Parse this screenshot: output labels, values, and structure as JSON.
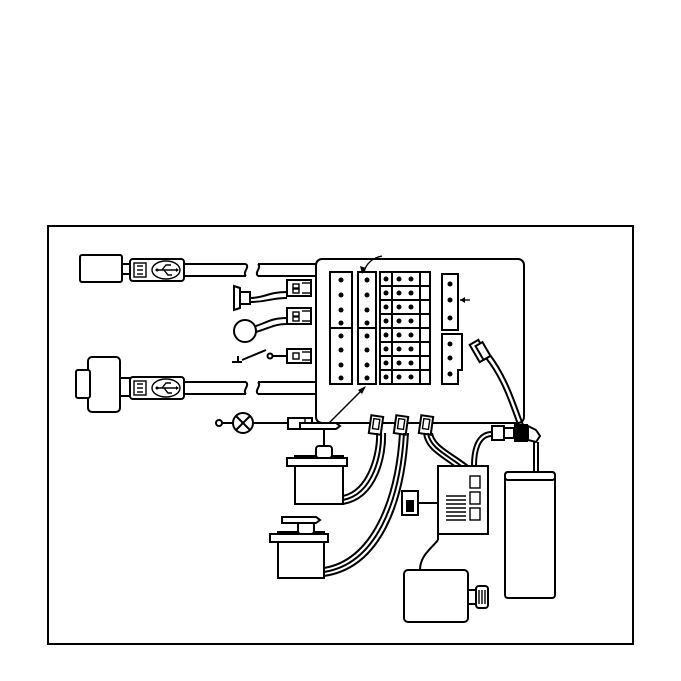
{
  "diagram": {
    "type": "wiring-diagram",
    "line_color": "#000000",
    "background_color": "#ffffff",
    "icons": [
      "usb-icon",
      "speaker-icon",
      "switch-icon",
      "lamp-icon",
      "servo-icon",
      "battery-box-icon",
      "receiver-icon"
    ],
    "controller_block": {
      "left_columns": 2,
      "left_rows": 8,
      "middle_columns": 3,
      "middle_rows": 8,
      "right_upper_pins": 3,
      "right_lower_pins": 3
    }
  }
}
